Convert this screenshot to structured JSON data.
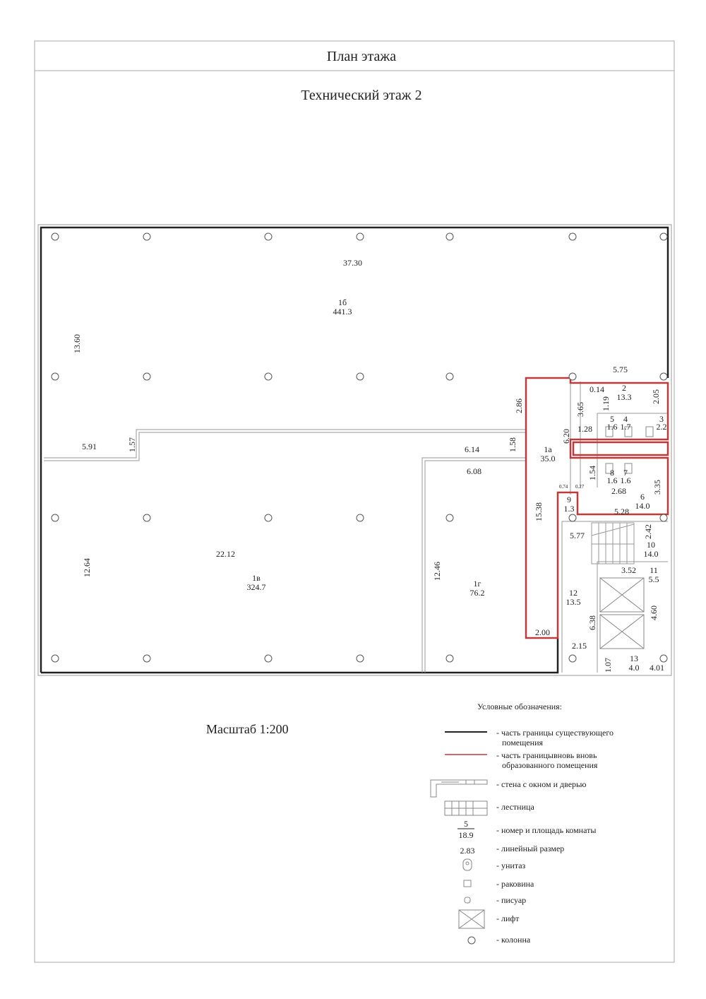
{
  "header": {
    "title": "План этажа",
    "subtitle": "Технический этаж 2"
  },
  "scale_label": "Масштаб 1:200",
  "rooms": [
    {
      "num": "1б",
      "area": "441.3"
    },
    {
      "num": "1в",
      "area": "324.7"
    },
    {
      "num": "1г",
      "area": "76.2"
    },
    {
      "num": "1а",
      "area": "35.0"
    },
    {
      "num": "2",
      "area": "13.3"
    },
    {
      "num": "3",
      "area": "2.2"
    },
    {
      "num": "4",
      "area": "1.7"
    },
    {
      "num": "5",
      "area": "1.6"
    },
    {
      "num": "6",
      "area": "14.0"
    },
    {
      "num": "7",
      "area": "1.6"
    },
    {
      "num": "8",
      "area": "1.6"
    },
    {
      "num": "9",
      "area": "1.3"
    },
    {
      "num": "10",
      "area": "14.0"
    },
    {
      "num": "11",
      "area": "5.5"
    },
    {
      "num": "12",
      "area": "13.5"
    },
    {
      "num": "13",
      "area": "4.0"
    }
  ],
  "dimensions": {
    "d37_30": "37.30",
    "d13_60": "13.60",
    "d5_91": "5.91",
    "d1_57": "1.57",
    "d6_14": "6.14",
    "d6_08": "6.08",
    "d1_58": "1.58",
    "d2_86": "2.86",
    "d22_12": "22.12",
    "d12_64": "12.64",
    "d12_46": "12.46",
    "d15_38": "15.38",
    "d2_00": "2.00",
    "d5_75": "5.75",
    "d0_14": "0.14",
    "d1_19": "1.19",
    "d2_05": "2.05",
    "d3_65": "3.65",
    "d6_20": "6.20",
    "d1_28": "1.28",
    "d1_54": "1.54",
    "d2_68": "2.68",
    "d3_35": "3.35",
    "d0_74": "0.74",
    "d0_27": "0.27",
    "d5_28": "5.28",
    "d5_77": "5.77",
    "d2_42": "2.42",
    "d3_52": "3.52",
    "d4_60": "4.60",
    "d6_38": "6.38",
    "d2_15": "2.15",
    "d1_07": "1.07",
    "d4_01": "4.01"
  },
  "legend": {
    "title": "Условные обозначения:",
    "items": [
      {
        "icon": "black-line-icon",
        "label": "- часть границы существующего",
        "label2": "помещения"
      },
      {
        "icon": "red-line-icon",
        "label": "- часть границывновь вновь",
        "label2": "образованного помещения"
      },
      {
        "icon": "wall-window-door-icon",
        "label": "- стена с окном и дверью"
      },
      {
        "icon": "stairs-icon",
        "label": "- лестница"
      },
      {
        "icon": "room-number-area-icon",
        "label": "- номер и площадь комнаты",
        "sample_num": "5",
        "sample_area": "18.9"
      },
      {
        "icon": "linear-dimension-icon",
        "label": "- линейный размер",
        "sample": "2.83"
      },
      {
        "icon": "toilet-icon",
        "label": "- унитаз"
      },
      {
        "icon": "sink-icon",
        "label": "- раковина"
      },
      {
        "icon": "urinal-icon",
        "label": "- писуар"
      },
      {
        "icon": "elevator-icon",
        "label": "- лифт"
      },
      {
        "icon": "column-icon",
        "label": "- колонна"
      }
    ]
  },
  "colors": {
    "existing_boundary": "#222222",
    "new_boundary": "#c0393b"
  }
}
